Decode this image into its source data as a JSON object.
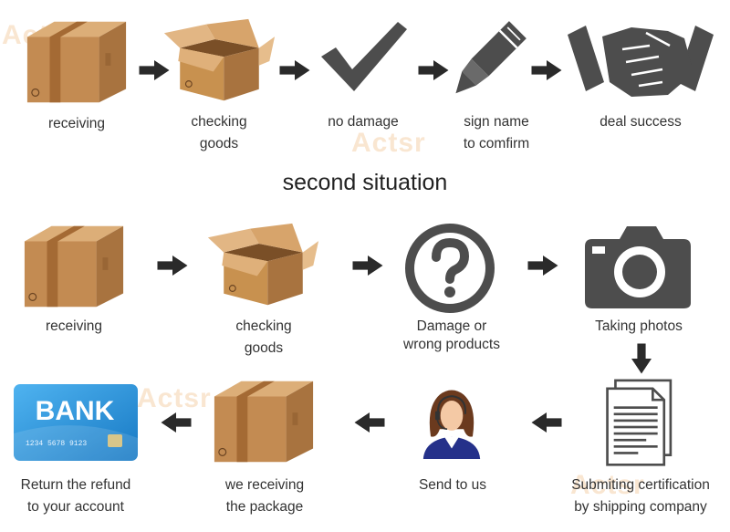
{
  "section_title": "second situation",
  "watermark": "Actsr",
  "colors": {
    "box_dark": "#a8733f",
    "box_mid": "#c9935a",
    "box_light": "#ddb07a",
    "tape": "#a46a34",
    "icon_gray": "#4d4d4d",
    "arrow": "#2a2a2a",
    "card_blue": "#1f8fd9"
  },
  "row1": [
    {
      "icon": "closed-box-icon",
      "lines": [
        "receiving"
      ]
    },
    {
      "icon": "open-box-icon",
      "lines": [
        "checking",
        "goods"
      ]
    },
    {
      "icon": "checkmark-icon",
      "lines": [
        "no damage"
      ]
    },
    {
      "icon": "pen-icon",
      "lines": [
        "sign name",
        "to comfirm"
      ]
    },
    {
      "icon": "handshake-icon",
      "lines": [
        "deal success"
      ]
    }
  ],
  "row2": [
    {
      "icon": "closed-box-icon",
      "lines": [
        "receiving"
      ]
    },
    {
      "icon": "open-box-icon",
      "lines": [
        "checking",
        "goods"
      ]
    },
    {
      "icon": "question-icon",
      "lines": [
        "Damage or",
        "wrong products"
      ]
    },
    {
      "icon": "camera-icon",
      "lines": [
        "Taking photos"
      ]
    }
  ],
  "row3": [
    {
      "icon": "bank-card-icon",
      "lines": [
        "Return the refund",
        "to your account"
      ],
      "card_text": "BANK",
      "card_number": "1234 5678 9123"
    },
    {
      "icon": "closed-box-icon",
      "lines": [
        "we receiving",
        "the package"
      ]
    },
    {
      "icon": "customer-service-icon",
      "lines": [
        "Send to us"
      ]
    },
    {
      "icon": "document-icon",
      "lines": [
        "Submiting certification",
        "by shipping company"
      ]
    }
  ]
}
